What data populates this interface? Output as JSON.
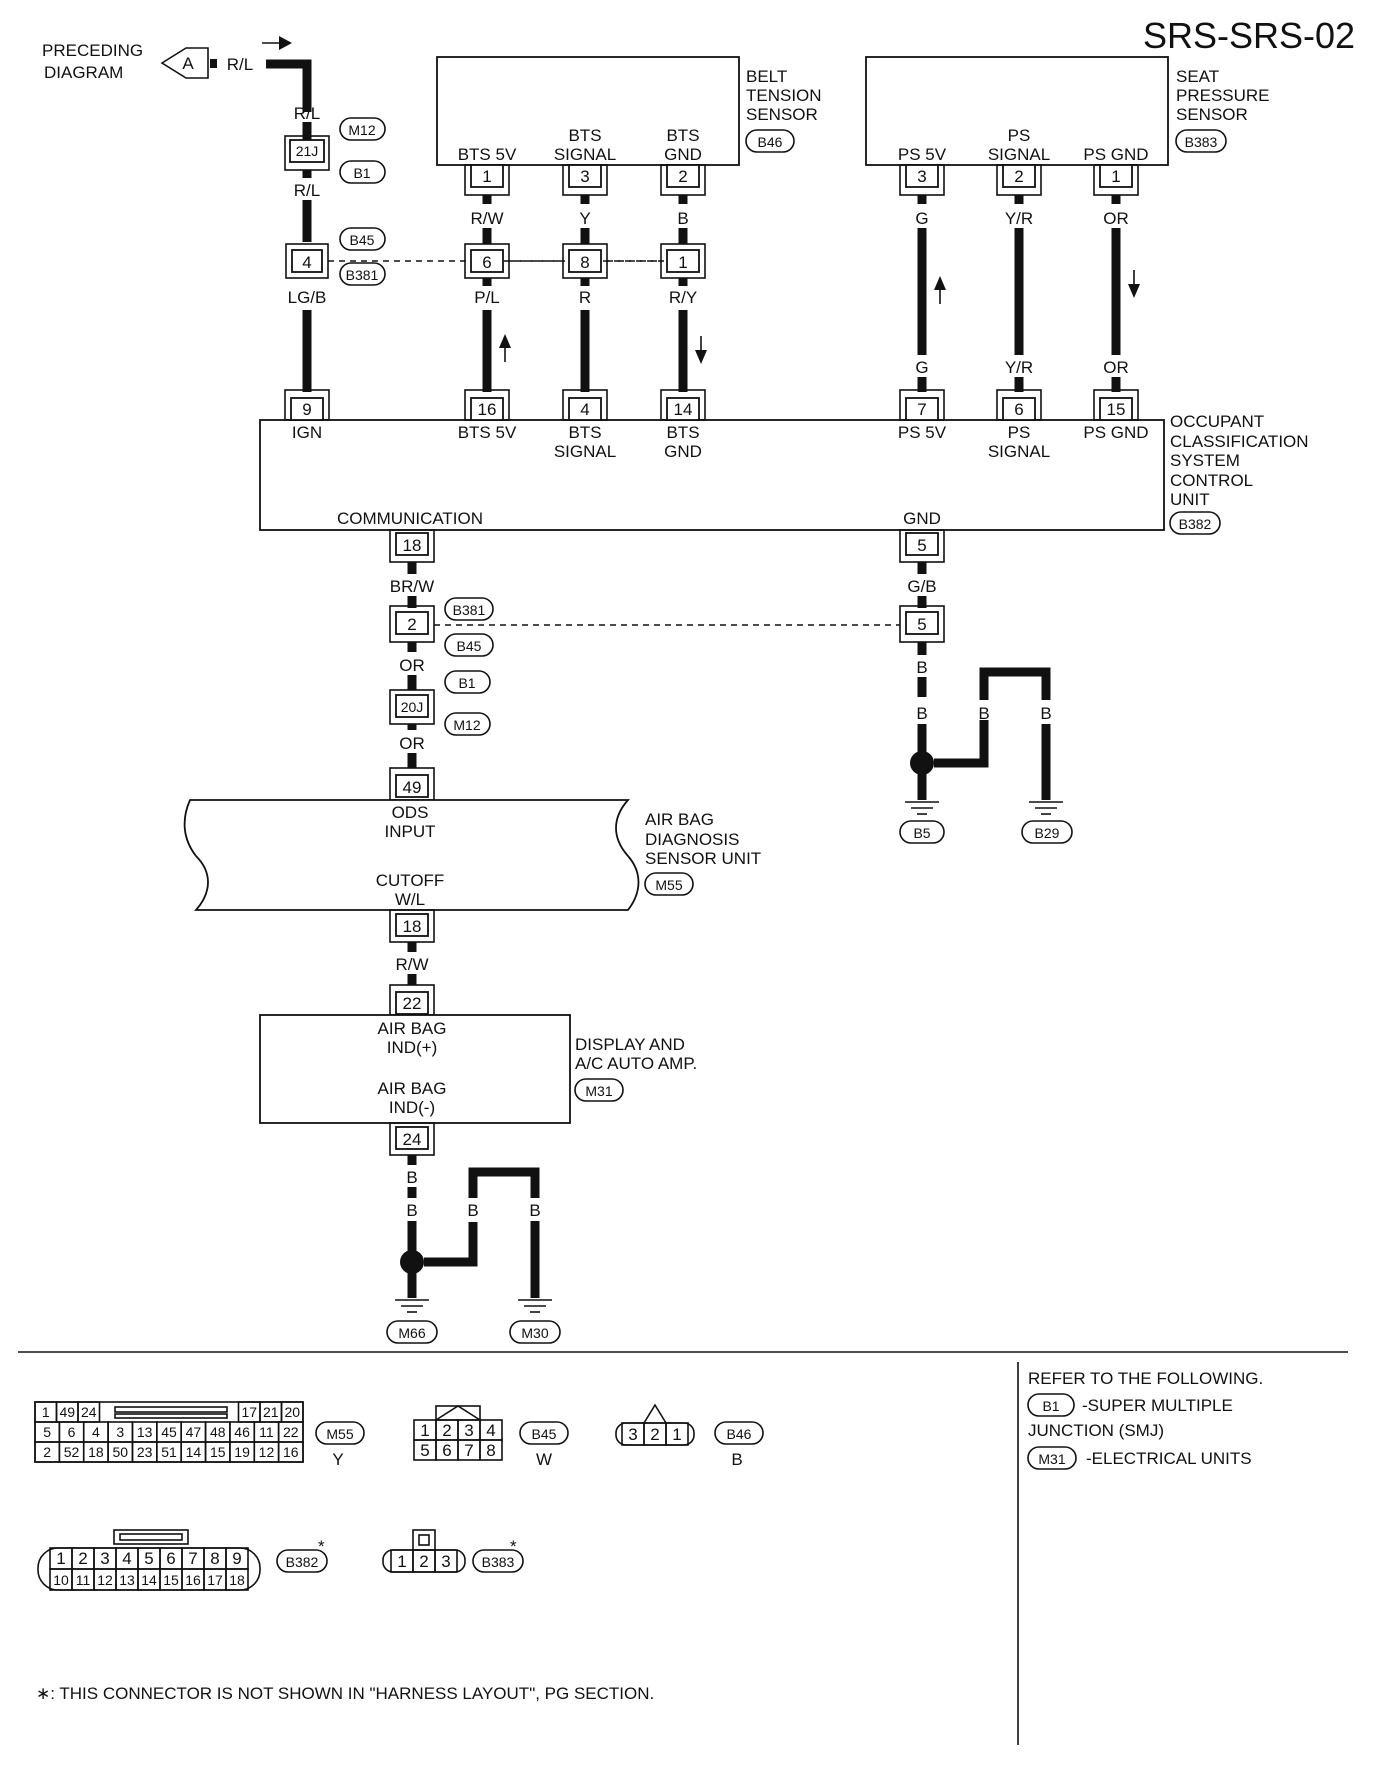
{
  "header": {
    "title": "SRS-SRS-02"
  },
  "preceding": {
    "line1": "PRECEDING",
    "line2": "DIAGRAM",
    "marker": "A",
    "wire": "R/L"
  },
  "belt_sensor": {
    "name": [
      "BELT",
      "TENSION",
      "SENSOR"
    ],
    "tag": "B46",
    "pins": [
      {
        "label": [
          "BTS 5V"
        ],
        "num": "1",
        "wire": "R/W"
      },
      {
        "label": [
          "BTS",
          "SIGNAL"
        ],
        "num": "3",
        "wire": "Y"
      },
      {
        "label": [
          "BTS",
          "GND"
        ],
        "num": "2",
        "wire": "B"
      }
    ]
  },
  "seat_sensor": {
    "name": [
      "SEAT",
      "PRESSURE",
      "SENSOR"
    ],
    "tag": "B383",
    "pins": [
      {
        "label": [
          "PS 5V"
        ],
        "num": "3",
        "wire": "G"
      },
      {
        "label": [
          "PS",
          "SIGNAL"
        ],
        "num": "2",
        "wire": "Y/R"
      },
      {
        "label": [
          "PS GND"
        ],
        "num": "1",
        "wire": "OR"
      }
    ]
  },
  "ign_path": {
    "wire_top": "R/L",
    "smj_pin": "21J",
    "smj_tags": [
      "M12",
      "B1"
    ],
    "wire_mid": "R/L",
    "conn_pin": "4",
    "conn_tags": [
      "B45",
      "B381"
    ],
    "wire_bot": "LG/B"
  },
  "mid_connector": {
    "belt_pins": [
      "6",
      "8",
      "1"
    ],
    "belt_wires_below": [
      "P/L",
      "R",
      "R/Y"
    ],
    "seat_wires_below": [
      "G",
      "Y/R",
      "OR"
    ]
  },
  "ocs": {
    "name": [
      "OCCUPANT",
      "CLASSIFICATION",
      "SYSTEM",
      "CONTROL",
      "UNIT"
    ],
    "tag": "B382",
    "top_pins": [
      {
        "num": "9",
        "label": [
          "IGN"
        ]
      },
      {
        "num": "16",
        "label": [
          "BTS 5V"
        ]
      },
      {
        "num": "4",
        "label": [
          "BTS",
          "SIGNAL"
        ]
      },
      {
        "num": "14",
        "label": [
          "BTS",
          "GND"
        ]
      },
      {
        "num": "7",
        "label": [
          "PS 5V"
        ]
      },
      {
        "num": "6",
        "label": [
          "PS",
          "SIGNAL"
        ]
      },
      {
        "num": "15",
        "label": [
          "PS GND"
        ]
      }
    ],
    "comm_label": "COMMUNICATION",
    "comm_pin": "18",
    "gnd_label": "GND",
    "gnd_pin": "5"
  },
  "comm_path": {
    "wire1": "BR/W",
    "conn_pin": "2",
    "conn_tags": [
      "B381",
      "B45"
    ],
    "wire2": "OR",
    "smj_pin": "20J",
    "smj_tags": [
      "B1",
      "M12"
    ],
    "wire3": "OR"
  },
  "gnd_path": {
    "wire1": "G/B",
    "conn_pin": "5",
    "wire2": "B",
    "wire3": "B",
    "wire4": "B",
    "wire5": "B",
    "grounds": [
      "B5",
      "B29"
    ]
  },
  "adsu": {
    "pin_top": "49",
    "top_label": [
      "ODS",
      "INPUT"
    ],
    "bot_label": [
      "CUTOFF",
      "W/L"
    ],
    "pin_bot": "18",
    "name": [
      "AIR BAG",
      "DIAGNOSIS",
      "SENSOR UNIT"
    ],
    "tag": "M55"
  },
  "display": {
    "wire_in": "R/W",
    "pin_top": "22",
    "label1": [
      "AIR BAG",
      "IND(+)"
    ],
    "label2": [
      "AIR BAG",
      "IND(-)"
    ],
    "pin_bot": "24",
    "name": [
      "DISPLAY AND",
      "A/C AUTO AMP."
    ],
    "tag": "M31"
  },
  "bottom_gnd": {
    "wire1": "B",
    "wire2": "B",
    "wire3": "B",
    "wire4": "B",
    "grounds": [
      "M66",
      "M30"
    ]
  },
  "connectors": {
    "m55": {
      "tag": "M55",
      "color": "Y",
      "row1": [
        "1",
        "49",
        "24",
        "17",
        "21",
        "20"
      ],
      "row2": [
        "5",
        "6",
        "4",
        "3",
        "13",
        "45",
        "47",
        "48",
        "46",
        "11",
        "22"
      ],
      "row3": [
        "2",
        "52",
        "18",
        "50",
        "23",
        "51",
        "14",
        "15",
        "19",
        "12",
        "16"
      ]
    },
    "b45": {
      "tag": "B45",
      "color": "W",
      "row1": [
        "1",
        "2",
        "3",
        "4"
      ],
      "row2": [
        "5",
        "6",
        "7",
        "8"
      ]
    },
    "b46": {
      "tag": "B46",
      "color": "B",
      "pins": [
        "3",
        "2",
        "1"
      ]
    },
    "b382": {
      "tag": "B382",
      "star": "*",
      "row1": [
        "1",
        "2",
        "3",
        "4",
        "5",
        "6",
        "7",
        "8",
        "9"
      ],
      "row2": [
        "10",
        "11",
        "12",
        "13",
        "14",
        "15",
        "16",
        "17",
        "18"
      ]
    },
    "b383": {
      "tag": "B383",
      "star": "*",
      "pins": [
        "1",
        "2",
        "3"
      ]
    }
  },
  "legend": {
    "title": "REFER TO THE FOLLOWING.",
    "items": [
      {
        "tag": "B1",
        "text": [
          "-SUPER MULTIPLE",
          "JUNCTION (SMJ)"
        ]
      },
      {
        "tag": "M31",
        "text": [
          "-ELECTRICAL UNITS"
        ]
      }
    ]
  },
  "footnote": "∗: THIS CONNECTOR IS NOT SHOWN IN \"HARNESS LAYOUT\", PG SECTION."
}
